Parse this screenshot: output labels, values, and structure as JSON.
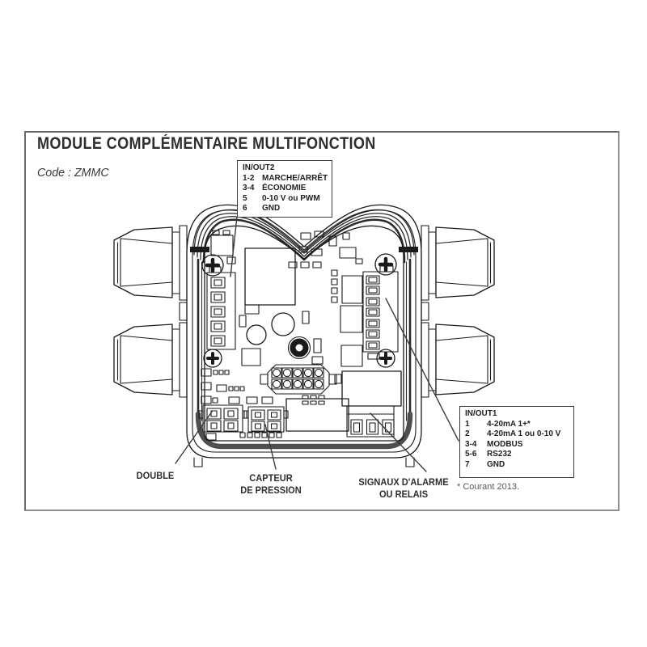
{
  "document": {
    "title": "MODULE COMPLÉMENTAIRE MULTIFONCTION",
    "code": "Code : ZMMC",
    "footnote": "* Courant 2013."
  },
  "callout_inout2": {
    "title": "IN/OUT2",
    "rows": [
      {
        "pins": "1-2",
        "label": "MARCHE/ARRÊT"
      },
      {
        "pins": "3-4",
        "label": "ÉCONOMIE"
      },
      {
        "pins": "5",
        "label": "0-10 V ou PWM"
      },
      {
        "pins": "6",
        "label": "GND"
      }
    ]
  },
  "callout_inout1": {
    "title": "IN/OUT1",
    "rows": [
      {
        "pins": "1",
        "label": "4-20mA 1+*"
      },
      {
        "pins": "2",
        "label": "4-20mA 1 ou 0-10 V"
      },
      {
        "pins": "3-4",
        "label": "MODBUS"
      },
      {
        "pins": "5-6",
        "label": "RS232"
      },
      {
        "pins": "7",
        "label": "GND"
      }
    ]
  },
  "part_labels": {
    "double": "DOUBLE",
    "capteur_line1": "CAPTEUR",
    "capteur_line2": "DE PRESSION",
    "signaux_line1": "SIGNAUX D'ALARME",
    "signaux_line2": "OU RELAIS"
  },
  "colors": {
    "ink": "#1a1a1a",
    "gasket": "#4f4f4f",
    "frame_border": "#8a8a8a"
  }
}
